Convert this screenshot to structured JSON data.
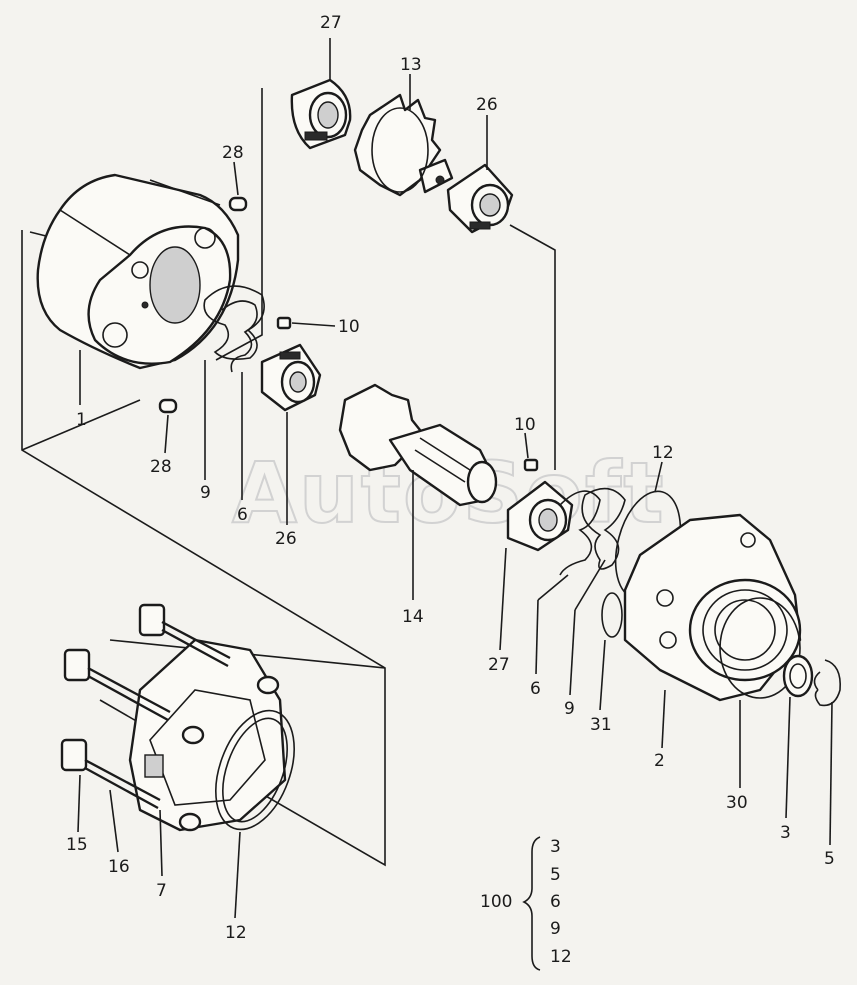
{
  "watermark": "AutoSoft",
  "part_labels": {
    "l27_top": "27",
    "l13": "13",
    "l26_top": "26",
    "l28_top": "28",
    "l10_top": "10",
    "l1": "1",
    "l28_bot": "28",
    "l9_left": "9",
    "l6_left": "6",
    "l26_mid": "26",
    "l14": "14",
    "l10_mid": "10",
    "l12_right": "12",
    "l27_mid": "27",
    "l6_mid": "6",
    "l9_mid": "9",
    "l31": "31",
    "l2": "2",
    "l30": "30",
    "l3": "3",
    "l5": "5",
    "l15": "15",
    "l16": "16",
    "l7": "7",
    "l12_bot": "12"
  },
  "kit": {
    "number": "100",
    "items": [
      "3",
      "5",
      "6",
      "9",
      "12"
    ]
  }
}
